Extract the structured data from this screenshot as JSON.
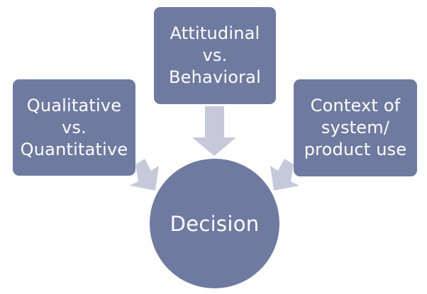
{
  "diagram": {
    "left_box": {
      "lines": [
        "Qualitative",
        "vs.",
        "Quantitative"
      ]
    },
    "top_box": {
      "lines": [
        "Attitudinal",
        "vs.",
        "Behavioral"
      ]
    },
    "right_box": {
      "lines": [
        "Context of",
        "system/",
        "product use"
      ]
    },
    "center": {
      "label": "Decision"
    }
  },
  "colors": {
    "shape_fill": "#6e7aa0",
    "arrow_fill": "#c5c9d9",
    "text": "#ffffff",
    "background": "#ffffff"
  }
}
